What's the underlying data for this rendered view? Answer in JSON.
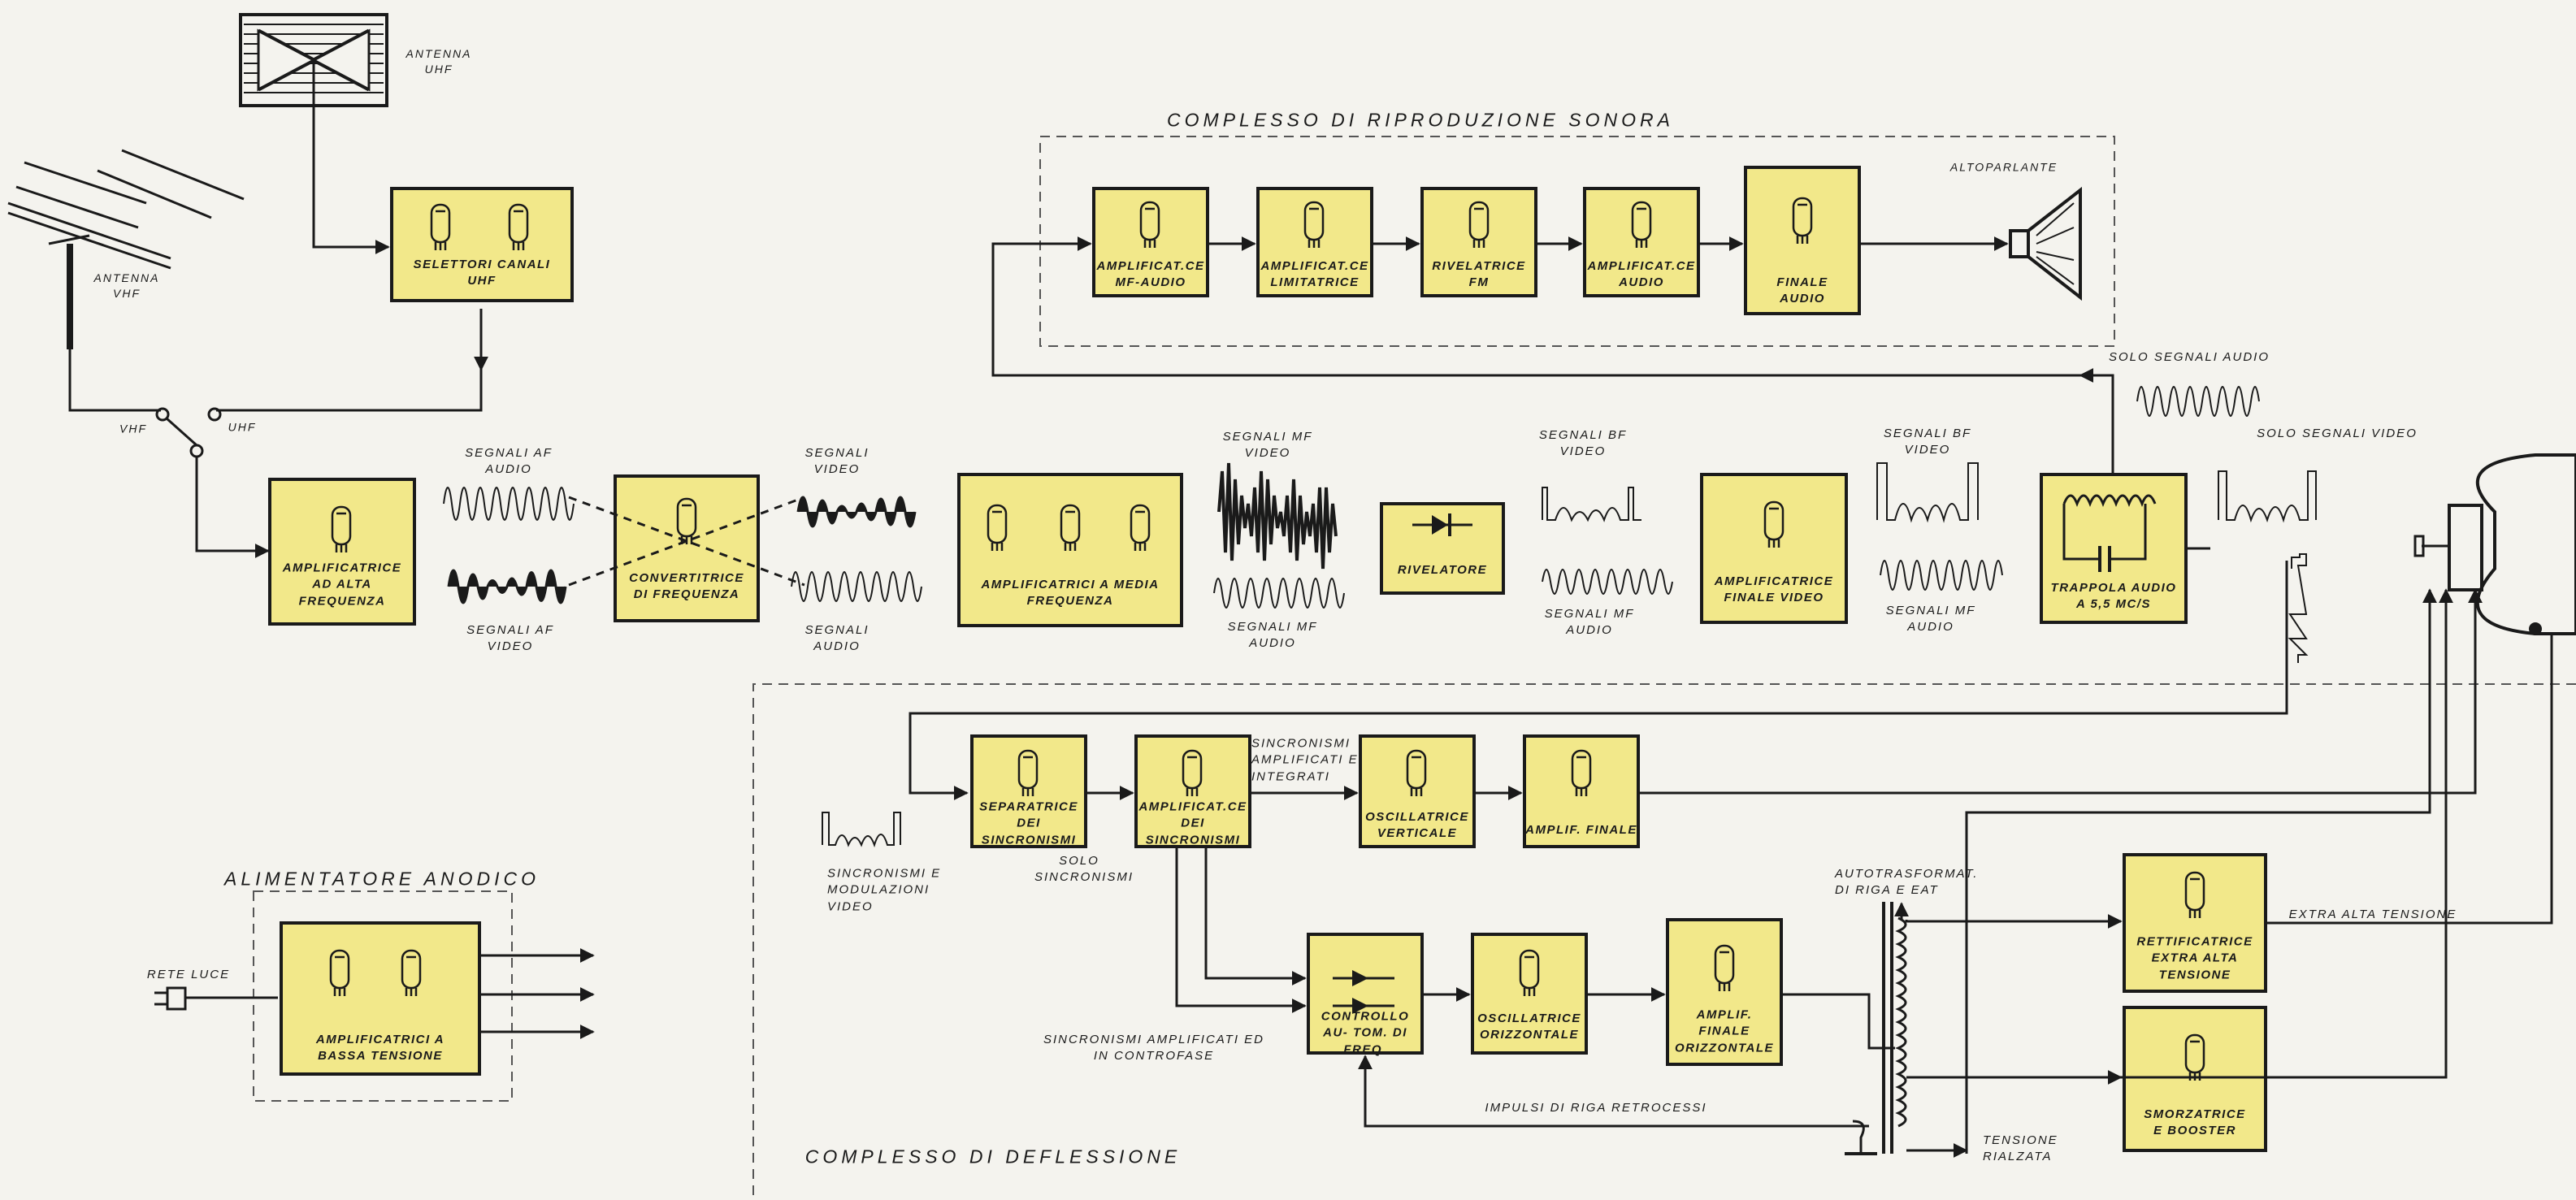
{
  "blocks": {
    "selettori_uhf": "SELETTORI CANALI UHF",
    "amp_alta_freq": "AMPLIFICATRICE AD ALTA FREQUENZA",
    "convertitrice": "CONVERTITRICE DI FREQUENZA",
    "amp_media_freq": "AMPLIFICATRICI A MEDIA FREQUENZA",
    "rivelatore": "RIVELATORE",
    "amp_finale_video": "AMPLIFICATRICE FINALE VIDEO",
    "trappola_audio": "TRAPPOLA AUDIO A 5,5 Mc/s",
    "amp_mf_audio": "AMPLIFICAT.CE MF-AUDIO",
    "amp_limitatrice": "AMPLIFICAT.CE LIMITATRICE",
    "rivelatrice_fm": "RIVELATRICE FM",
    "amp_audio": "AMPLIFICAT.CE AUDIO",
    "finale_audio": "FINALE AUDIO",
    "separatrice": "SEPARATRICE DEI SINCRONISMI",
    "amp_sincronismi": "AMPLIFICAT.CE DEI SINCRONISMI",
    "osc_verticale": "OSCILLATRICE VERTICALE",
    "amplif_finale": "AMPLIF. FINALE",
    "controllo_freq": "CONTROLLO AU- TOM. DI FREQ.",
    "osc_orizzontale": "OSCILLATRICE ORIZZONTALE",
    "amplif_finale_orizz": "AMPLIF. FINALE ORIZZONTALE",
    "rettificatrice": "RETTIFICATRICE EXTRA ALTA TENSIONE",
    "smorzatrice": "SMORZATRICE E BOOSTER",
    "amp_bassa_tensione": "AMPLIFICATRICI A BASSA TENSIONE"
  },
  "section_titles": {
    "sonora": "COMPLESSO DI RIPRODUZIONE SONORA",
    "deflessione": "COMPLESSO DI DEFLESSIONE",
    "alimentatore": "ALIMENTATORE ANODICO"
  },
  "labels": {
    "antenna_uhf": "ANTENNA UHF",
    "antenna_vhf": "ANTENNA VHF",
    "vhf": "VHF",
    "uhf": "UHF",
    "segnali_af_audio": "SEGNALI AF AUDIO",
    "segnali_af_video": "SEGNALI AF VIDEO",
    "segnali_video": "SEGNALI VIDEO",
    "segnali_audio": "SEGNALI AUDIO",
    "segnali_mf_video": "SEGNALI MF VIDEO",
    "segnali_mf_audio_1": "SEGNALI MF AUDIO",
    "segnali_bf_video_1": "SEGNALI BF VIDEO",
    "segnali_mf_audio_2": "SEGNALI MF AUDIO",
    "segnali_bf_video_2": "SEGNALI BF VIDEO",
    "segnali_mf_audio_3": "SEGNALI MF AUDIO",
    "solo_segnali_audio": "SOLO SEGNALI AUDIO",
    "solo_segnali_video": "SOLO SEGNALI VIDEO",
    "altoparlante": "ALTOPARLANTE",
    "sincronismi_modulazioni": "SINCRONISMI E MODULAZIONI VIDEO",
    "solo_sincronismi": "SOLO SINCRONISMI",
    "sincronismi_amplificati_integrati": "SINCRONISMI AMPLIFICATI E INTEGRATI",
    "sincronismi_contrafase": "SINCRONISMI AMPLIFICATI ED IN CONTROFASE",
    "impulsi_riga": "IMPULSI DI RIGA RETROCESSI",
    "autotrasformat": "AUTOTRASFORMAT. DI RIGA E EAT",
    "extra_alta_tensione": "EXTRA ALTA TENSIONE",
    "tensione_rialzata": "TENSIONE RIALZATA",
    "rete_luce": "RETE LUCE"
  },
  "colors": {
    "block_fill": "#f2e88a",
    "line": "#1a1a1a",
    "background": "#f4f3ee"
  }
}
